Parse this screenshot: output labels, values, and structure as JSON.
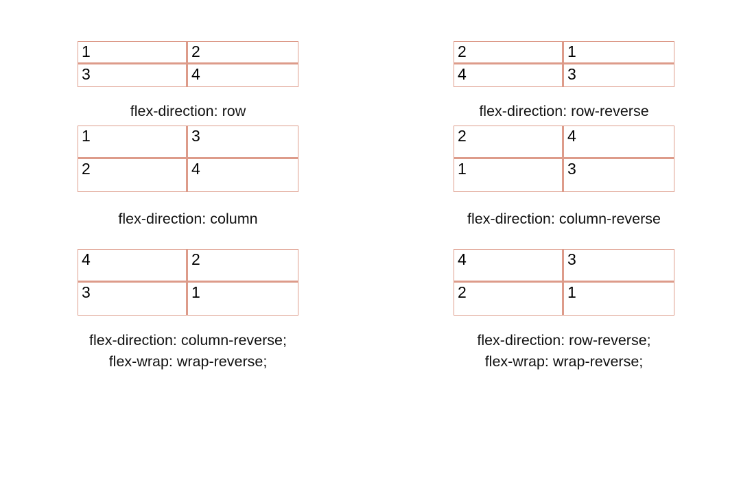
{
  "diagrams": [
    {
      "id": "flex-direction-row",
      "cells": [
        "1",
        "2",
        "3",
        "4"
      ],
      "caption_lines": [
        "flex-direction: row"
      ]
    },
    {
      "id": "flex-direction-row-reverse",
      "cells": [
        "2",
        "1",
        "4",
        "3"
      ],
      "caption_lines": [
        "flex-direction: row-reverse"
      ]
    },
    {
      "id": "flex-direction-column",
      "cells": [
        "1",
        "3",
        "2",
        "4"
      ],
      "caption_lines": [
        "flex-direction: column"
      ]
    },
    {
      "id": "flex-direction-column-reverse",
      "cells": [
        "2",
        "4",
        "1",
        "3"
      ],
      "caption_lines": [
        "flex-direction: column-reverse"
      ]
    },
    {
      "id": "flex-direction-column-reverse-wrap-reverse",
      "cells": [
        "4",
        "2",
        "3",
        "1"
      ],
      "caption_lines": [
        "flex-direction: column-reverse;",
        "flex-wrap: wrap-reverse;"
      ]
    },
    {
      "id": "flex-direction-row-reverse-wrap-reverse",
      "cells": [
        "4",
        "3",
        "2",
        "1"
      ],
      "caption_lines": [
        "flex-direction: row-reverse;",
        "flex-wrap: wrap-reverse;"
      ]
    }
  ],
  "colors": {
    "border": "#dd9b8a",
    "text": "#111111",
    "background": "#ffffff"
  }
}
